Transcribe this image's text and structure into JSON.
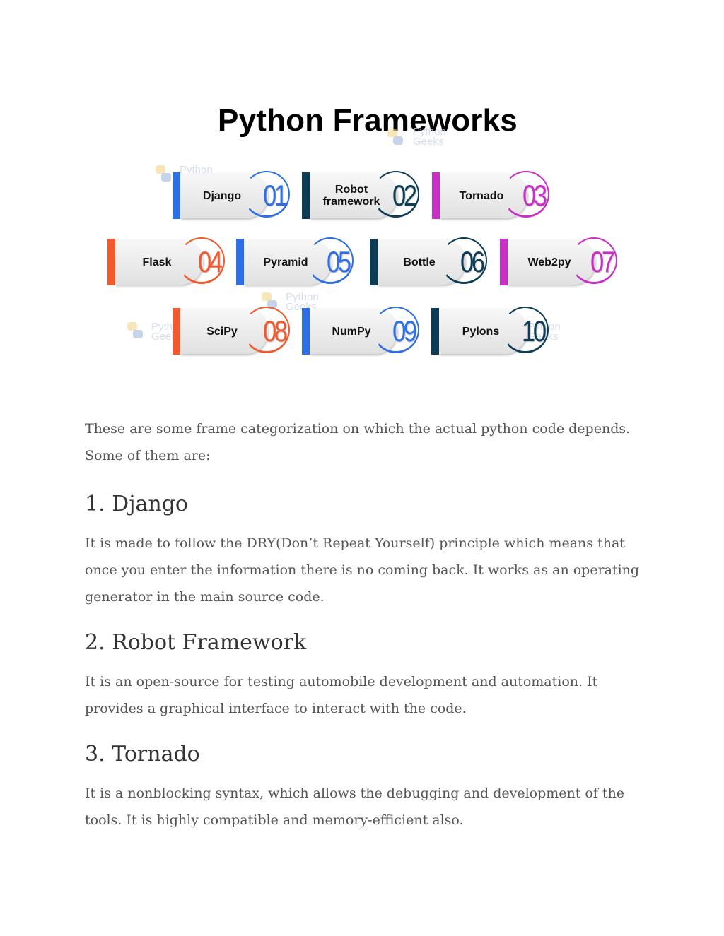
{
  "infographic": {
    "title": "Python Frameworks",
    "watermark": [
      "Python",
      "Geeks"
    ],
    "colors": {
      "blue": "#2f6fe6",
      "navy": "#0d3d56",
      "magenta": "#c92fc8",
      "orange": "#f15a2f"
    },
    "items": [
      {
        "number": "01",
        "label": "Django",
        "color": "#2f6fe6"
      },
      {
        "number": "02",
        "label": "Robot framework",
        "color": "#0d3d56"
      },
      {
        "number": "03",
        "label": "Tornado",
        "color": "#c92fc8"
      },
      {
        "number": "04",
        "label": "Flask",
        "color": "#f15a2f"
      },
      {
        "number": "05",
        "label": "Pyramid",
        "color": "#2f6fe6"
      },
      {
        "number": "06",
        "label": "Bottle",
        "color": "#0d3d56"
      },
      {
        "number": "07",
        "label": "Web2py",
        "color": "#c92fc8"
      },
      {
        "number": "08",
        "label": "SciPy",
        "color": "#f15a2f"
      },
      {
        "number": "09",
        "label": "NumPy",
        "color": "#2f6fe6"
      },
      {
        "number": "10",
        "label": "Pylons",
        "color": "#0d3d56"
      }
    ]
  },
  "article": {
    "intro": "These are some frame categorization on which the actual python code depends. Some of them are:",
    "sections": [
      {
        "heading": "1. Django",
        "body": "It is made to follow the DRY(Don’t Repeat Yourself) principle which means that once you enter the information there is no coming back. It works as an operating generator in the main source code."
      },
      {
        "heading": "2. Robot Framework",
        "body": "It is an open-source for testing automobile development and automation. It provides a graphical interface to interact with the code."
      },
      {
        "heading": "3. Tornado",
        "body": "It is a nonblocking syntax, which allows the debugging and development of the tools. It is highly compatible and memory-efficient also."
      }
    ]
  }
}
